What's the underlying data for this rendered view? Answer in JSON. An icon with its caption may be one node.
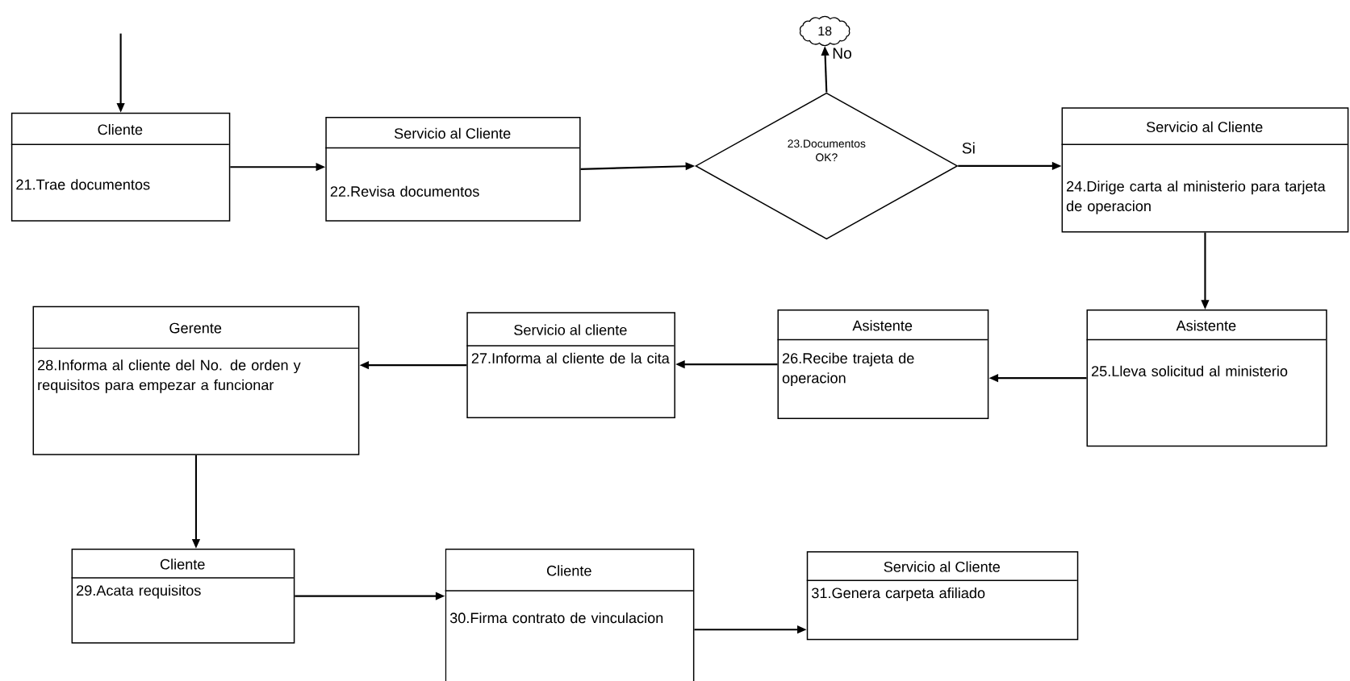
{
  "diagram": {
    "nodes": [
      {
        "text": [
          "Cliente",
          "21.Trae documentos"
        ]
      },
      {
        "text": [
          "Servicio al Cliente",
          "22.Revisa documentos"
        ]
      },
      {
        "text": [
          "23.Documentos OK?"
        ]
      },
      {
        "text": [
          "18"
        ]
      },
      {
        "text": [
          "Servicio al Cliente",
          "24.Dirige carta al ministerio para tarjeta de operacion"
        ]
      },
      {
        "text": [
          "Asistente",
          "25.Lleva solicitud al ministerio"
        ]
      },
      {
        "text": [
          "Asistente",
          "26.Recibe trajeta de operacion"
        ]
      },
      {
        "text": [
          "Servicio al cliente",
          "27.Informa al cliente de la cita"
        ]
      },
      {
        "text": [
          "Gerente",
          "28.Informa al cliente del No. de orden y requisitos para empezar a funcionar"
        ]
      },
      {
        "text": [
          "Cliente",
          "29.Acata requisitos"
        ]
      },
      {
        "text": [
          "Cliente",
          "30.Firma contrato de vinculacion"
        ]
      },
      {
        "text": [
          "Servicio al Cliente",
          "31.Genera carpeta afiliado"
        ]
      }
    ],
    "edges": [
      {
        "from": null,
        "to": 0,
        "arrow": "to"
      },
      {
        "from": 0,
        "to": 1,
        "arrow": "to"
      },
      {
        "from": 1,
        "to": 2,
        "arrow": "to"
      },
      {
        "from": 2,
        "to": 3,
        "arrow": "to",
        "label": "No"
      },
      {
        "from": 2,
        "to": 4,
        "arrow": "to",
        "label": "Si"
      },
      {
        "from": 4,
        "to": 5,
        "arrow": "to"
      },
      {
        "from": 5,
        "to": 6,
        "arrow": "to"
      },
      {
        "from": 6,
        "to": 7,
        "arrow": "to"
      },
      {
        "from": 7,
        "to": 8,
        "arrow": "to"
      },
      {
        "from": 8,
        "to": 9,
        "arrow": "to"
      },
      {
        "from": 9,
        "to": 10,
        "arrow": "to"
      },
      {
        "from": 10,
        "to": 11,
        "arrow": "to"
      }
    ]
  }
}
